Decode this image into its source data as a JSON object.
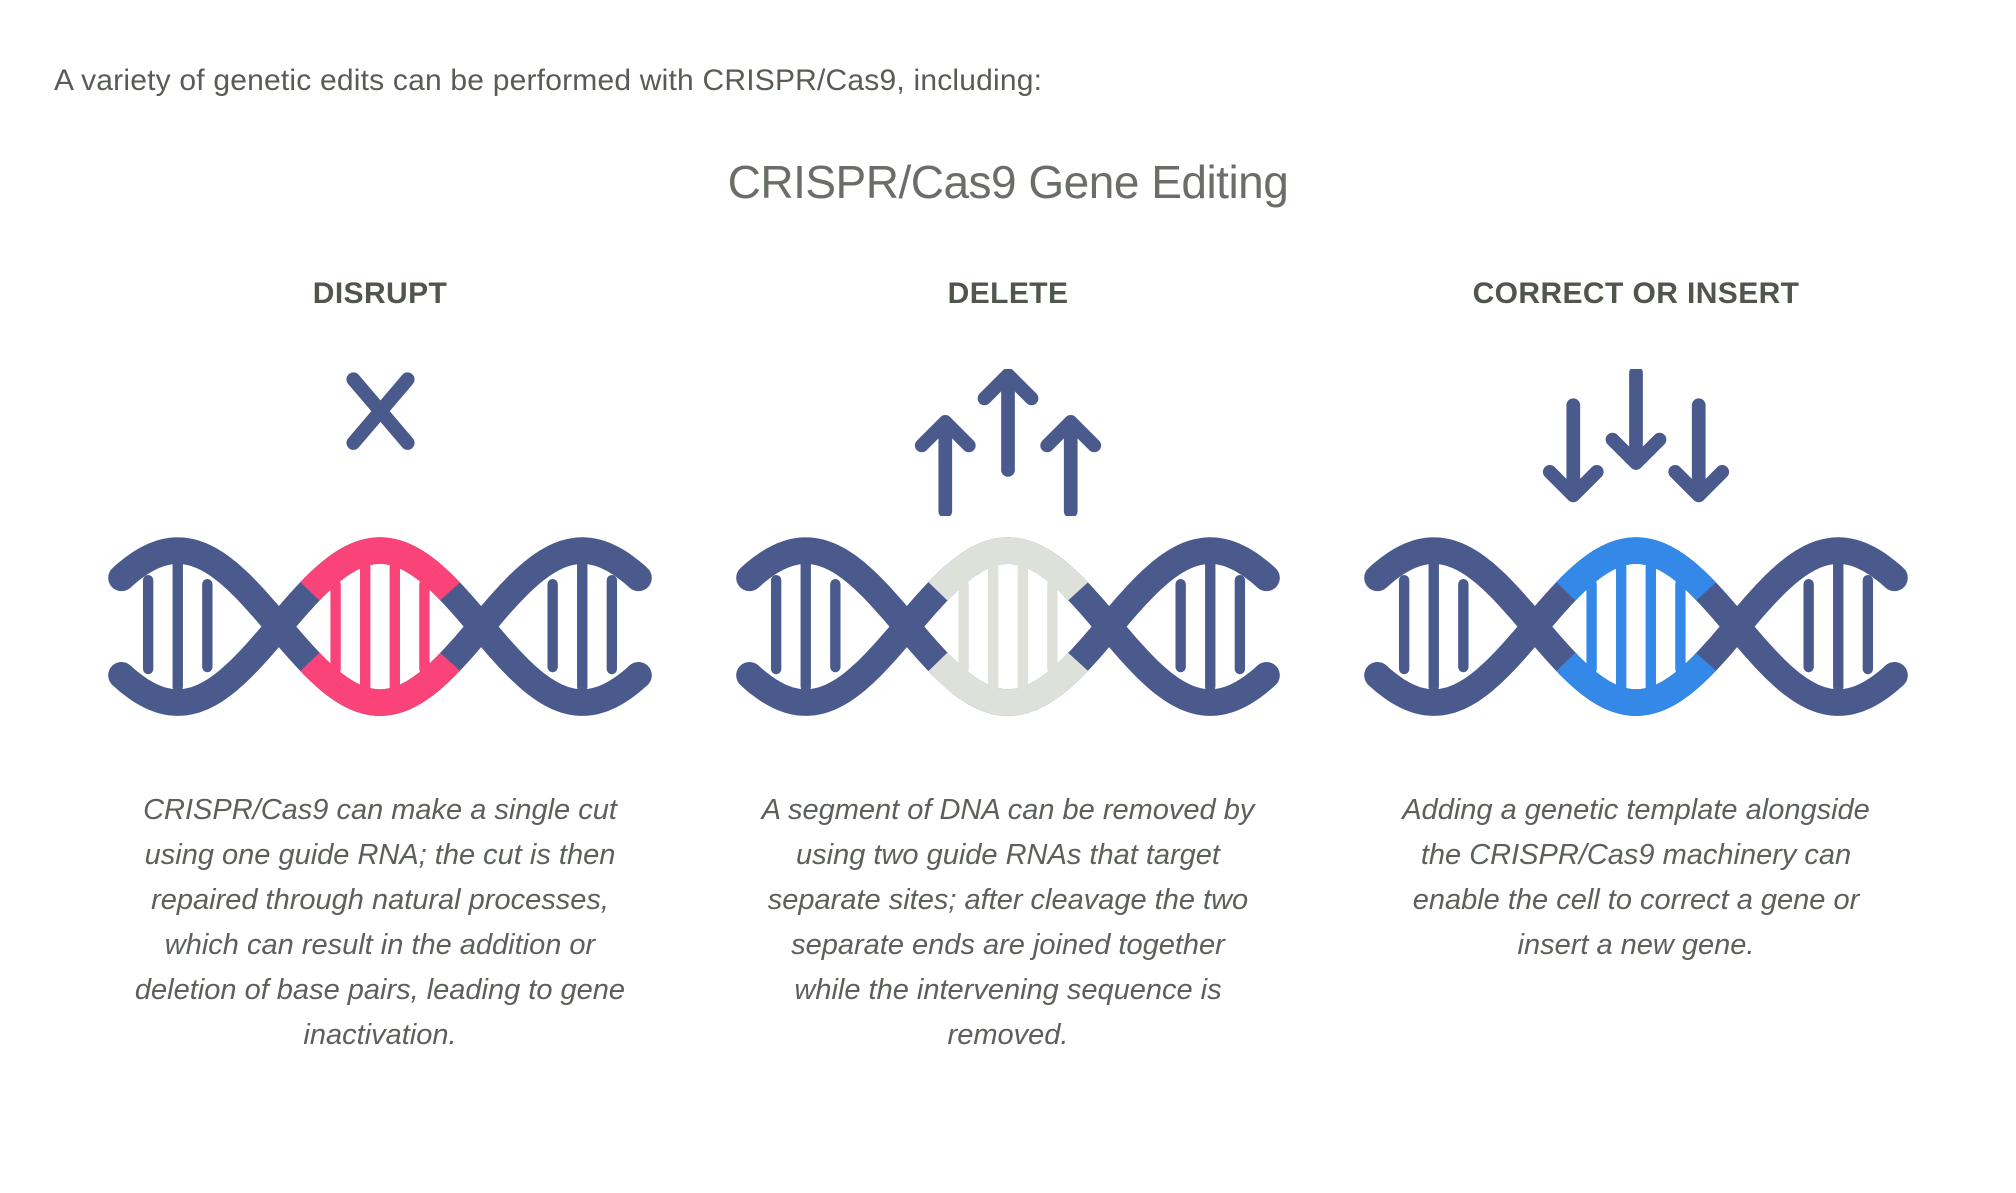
{
  "intro": "A variety of genetic edits can be performed with CRISPR/Cas9, including:",
  "title": "CRISPR/Cas9 Gene Editing",
  "colors": {
    "strand": "#4A5A8C",
    "disrupt_highlight": "#F94379",
    "delete_highlight": "#DDE1DA",
    "insert_highlight": "#3388E8",
    "intro_text": "#575C55",
    "title_text": "#6A6E68",
    "heading_text": "#50554E",
    "body_text": "#5B605A"
  },
  "panels": [
    {
      "heading": "DISRUPT",
      "icon": "x-icon",
      "mid_color": "#F94379",
      "description": "CRISPR/Cas9 can make a single cut\nusing one guide RNA; the cut is then\nrepaired through natural processes,\nwhich can result in the addition or\ndeletion of base pairs, leading to gene\ninactivation."
    },
    {
      "heading": "DELETE",
      "icon": "arrows-up-icon",
      "mid_color": "#DDE1DA",
      "description": "A segment of DNA can be removed by\nusing two guide RNAs that target\nseparate sites; after cleavage the two\nseparate ends are joined together\nwhile the intervening sequence is\nremoved."
    },
    {
      "heading": "CORRECT OR INSERT",
      "icon": "arrows-down-icon",
      "mid_color": "#3388E8",
      "description": "Adding a genetic template alongside\nthe CRISPR/Cas9 machinery can\nenable the cell to correct a gene or\ninsert a new gene."
    }
  ]
}
